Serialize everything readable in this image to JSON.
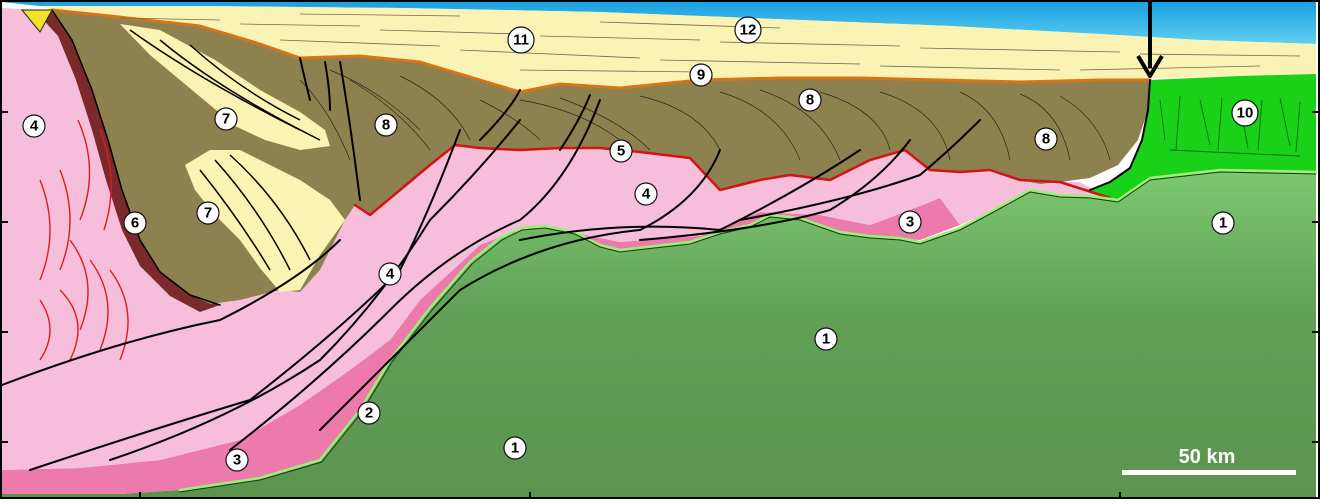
{
  "colors": {
    "sea": "#4cc2ea",
    "unit1_mantle": "#5f9e55",
    "unit2_3_pink_dark": "#ec7aab",
    "unit4_pink_light": "#f6bedb",
    "unit5_red_line": "#d11414",
    "unit8_brown": "#8e8150",
    "unit7_unit11_cream": "#fbf3b3",
    "unit9_orange_line": "#d97416",
    "unit10_green": "#19d119",
    "fault_lines": "#000000",
    "scale_bar": "#ffffff"
  },
  "labels": [
    "1",
    "1",
    "1",
    "1",
    "2",
    "3",
    "3",
    "4",
    "4",
    "4",
    "5",
    "6",
    "7",
    "7",
    "8",
    "8",
    "8",
    "9",
    "10",
    "11",
    "12"
  ],
  "scale_bar": {
    "label": "50 km"
  },
  "arrow": {
    "icon": "down-arrow-icon"
  }
}
